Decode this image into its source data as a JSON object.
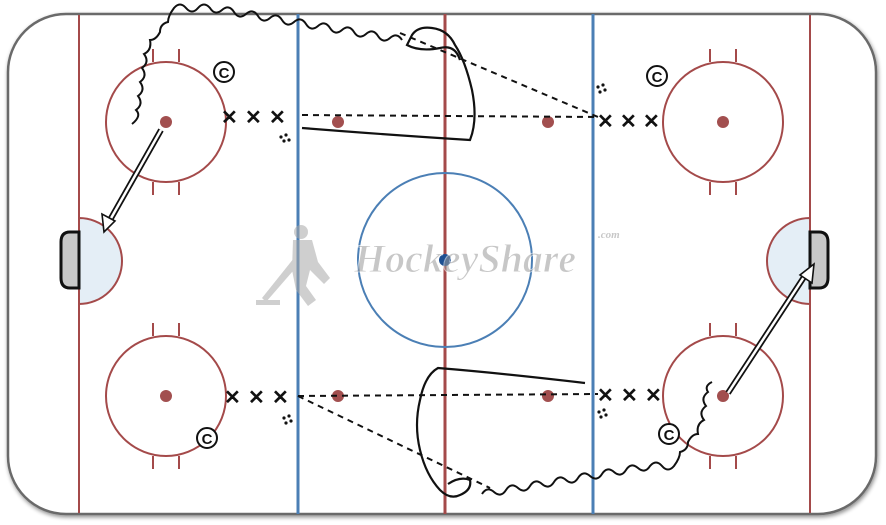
{
  "watermark": {
    "brand": "HockeyShare",
    "suffix": ".com"
  },
  "markers": {
    "coach_label": "C",
    "player_symbol": "✕"
  },
  "colors": {
    "board": "#5a5a5a",
    "red_line": "#a44a4a",
    "blue_line": "#4b7fb5",
    "crease": "#e4eef6",
    "net": "#c8c8c8",
    "center_dot": "#1d4f91",
    "faceoff_dot": "#a24f4f",
    "ink": "#111111",
    "watermark": "#b9b9b9"
  },
  "player_groups": [
    {
      "zone": "top-left",
      "count": 3
    },
    {
      "zone": "top-right",
      "count": 3
    },
    {
      "zone": "bottom-left",
      "count": 3
    },
    {
      "zone": "bottom-right",
      "count": 3
    }
  ],
  "coaches": [
    {
      "zone": "top-left"
    },
    {
      "zone": "top-right"
    },
    {
      "zone": "bottom-left"
    },
    {
      "zone": "bottom-right"
    }
  ],
  "pucks": [
    {
      "zone": "top-left"
    },
    {
      "zone": "top-right"
    },
    {
      "zone": "bottom-left"
    },
    {
      "zone": "bottom-right"
    }
  ]
}
